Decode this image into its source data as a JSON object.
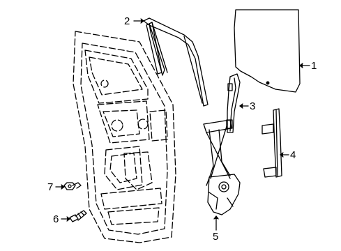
{
  "diagram": {
    "parts": [
      {
        "id": "1",
        "part": "door-glass"
      },
      {
        "id": "2",
        "part": "glass-run-channel"
      },
      {
        "id": "3",
        "part": "front-guide-channel"
      },
      {
        "id": "4",
        "part": "rear-guide-channel"
      },
      {
        "id": "5",
        "part": "window-regulator"
      },
      {
        "id": "6",
        "part": "bolt"
      },
      {
        "id": "7",
        "part": "nut"
      }
    ],
    "colors": {
      "line": "#000000",
      "background": "#ffffff"
    }
  }
}
